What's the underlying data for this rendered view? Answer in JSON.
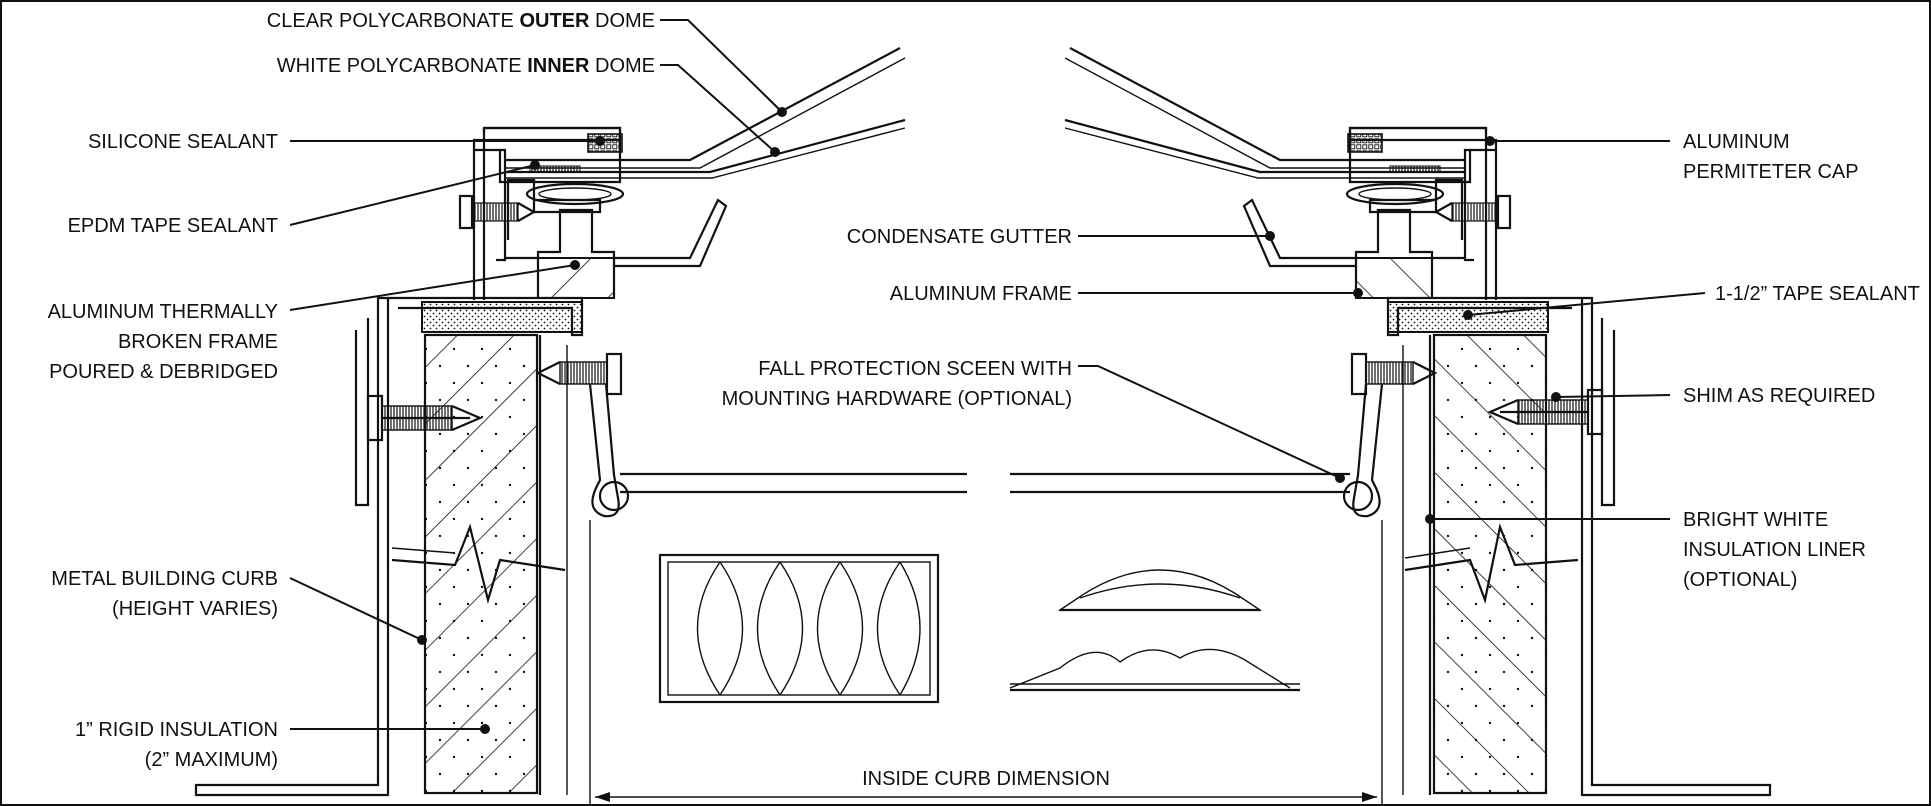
{
  "labels": {
    "outer_dome": {
      "pre": "CLEAR POLYCARBONATE ",
      "bold": "OUTER",
      "post": " DOME"
    },
    "inner_dome": {
      "pre": "WHITE POLYCARBONATE ",
      "bold": "INNER",
      "post": " DOME"
    },
    "silicone_sealant": "SILICONE SEALANT",
    "epdm_tape_sealant": "EPDM TAPE SEALANT",
    "thermally_broken_frame": [
      "ALUMINUM THERMALLY",
      "BROKEN FRAME",
      "POURED & DEBRIDGED"
    ],
    "metal_building_curb": [
      "METAL BUILDING CURB",
      "(HEIGHT VARIES)"
    ],
    "rigid_insulation": [
      "1” RIGID INSULATION",
      "(2” MAXIMUM)"
    ],
    "condensate_gutter": "CONDENSATE GUTTER",
    "aluminum_frame": "ALUMINUM FRAME",
    "fall_protection": [
      "FALL PROTECTION SCEEN WITH",
      "MOUNTING HARDWARE (OPTIONAL)"
    ],
    "inside_curb_dimension": "INSIDE CURB DIMENSION",
    "perimeter_cap": [
      "ALUMINUM",
      "PERMITETER CAP"
    ],
    "tape_sealant_1_5": "1-1/2” TAPE SEALANT",
    "shim": "SHIM AS REQUIRED",
    "insulation_liner": [
      "BRIGHT WHITE",
      "INSULATION LINER",
      "(OPTIONAL)"
    ]
  },
  "colors": {
    "line": "#111111",
    "background": "#ffffff"
  }
}
